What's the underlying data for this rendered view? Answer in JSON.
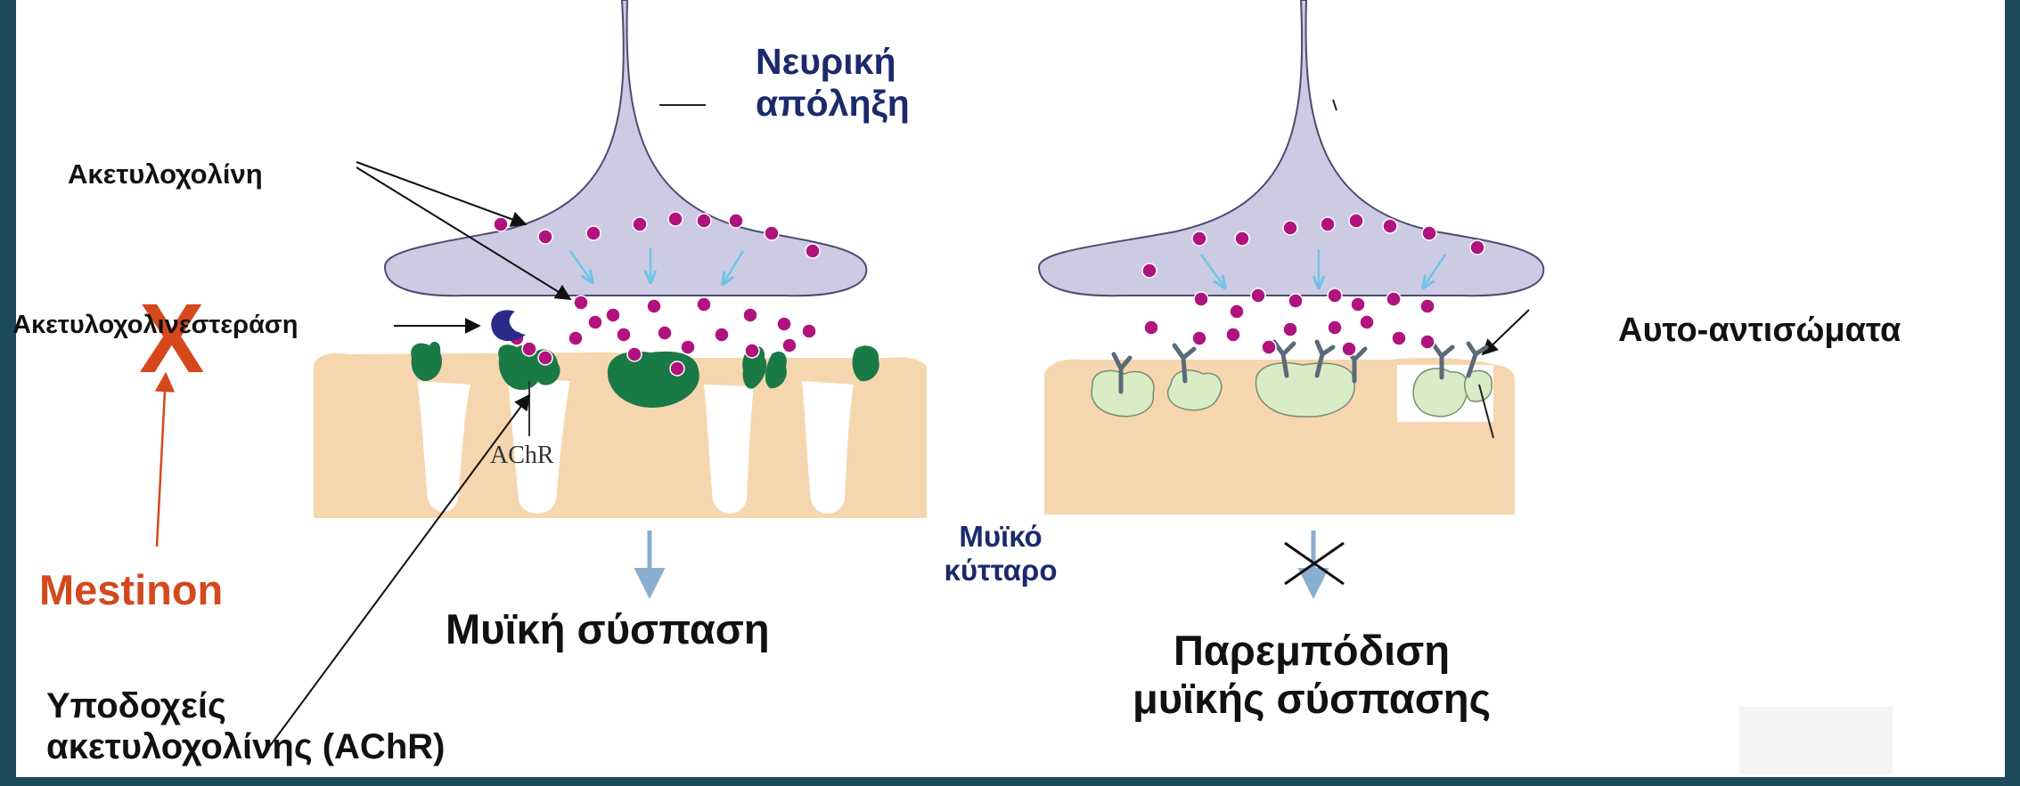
{
  "labels": {
    "nerve_terminal": [
      "Νευρική",
      "απόληξη"
    ],
    "acetylcholine": "Ακετυλοχολίνη",
    "acetylcholinesterase": "Ακετυλοχολινεστεράση",
    "mestinon": "Mestinon",
    "achr_short": "AChR",
    "receptors": [
      "Υποδοχείς",
      "ακετυλοχολίνης (AChR)"
    ],
    "muscle_contraction": "Μυϊκή σύσπαση",
    "muscle_cell": [
      "Μυϊκό",
      "κύτταρο"
    ],
    "autoantibodies": "Αυτο-αντισώματα",
    "blocked_contraction": [
      "Παρεμπόδιση",
      "μυϊκής σύσπασης"
    ]
  },
  "colors": {
    "background": "#ffffff",
    "frame": "#1d4a5a",
    "nerve_terminal": "#cdcbe3",
    "nerve_outline": "#4e4a72",
    "acetylcholine": "#b0137e",
    "release_arrow": "#6fc3e6",
    "muscle": "#f6d6ae",
    "receptor_active": "#1a7a46",
    "receptor_blocked": "#d8ecc6",
    "enzyme": "#2a2a8a",
    "mestinon": "#d4481c",
    "navy_text": "#1a2a6c",
    "down_arrow": "#8aaed0"
  },
  "icons": [
    "x-mark-icon",
    "down-arrow-icon",
    "blocked-arrow-icon",
    "antibody-icon",
    "enzyme-icon"
  ]
}
